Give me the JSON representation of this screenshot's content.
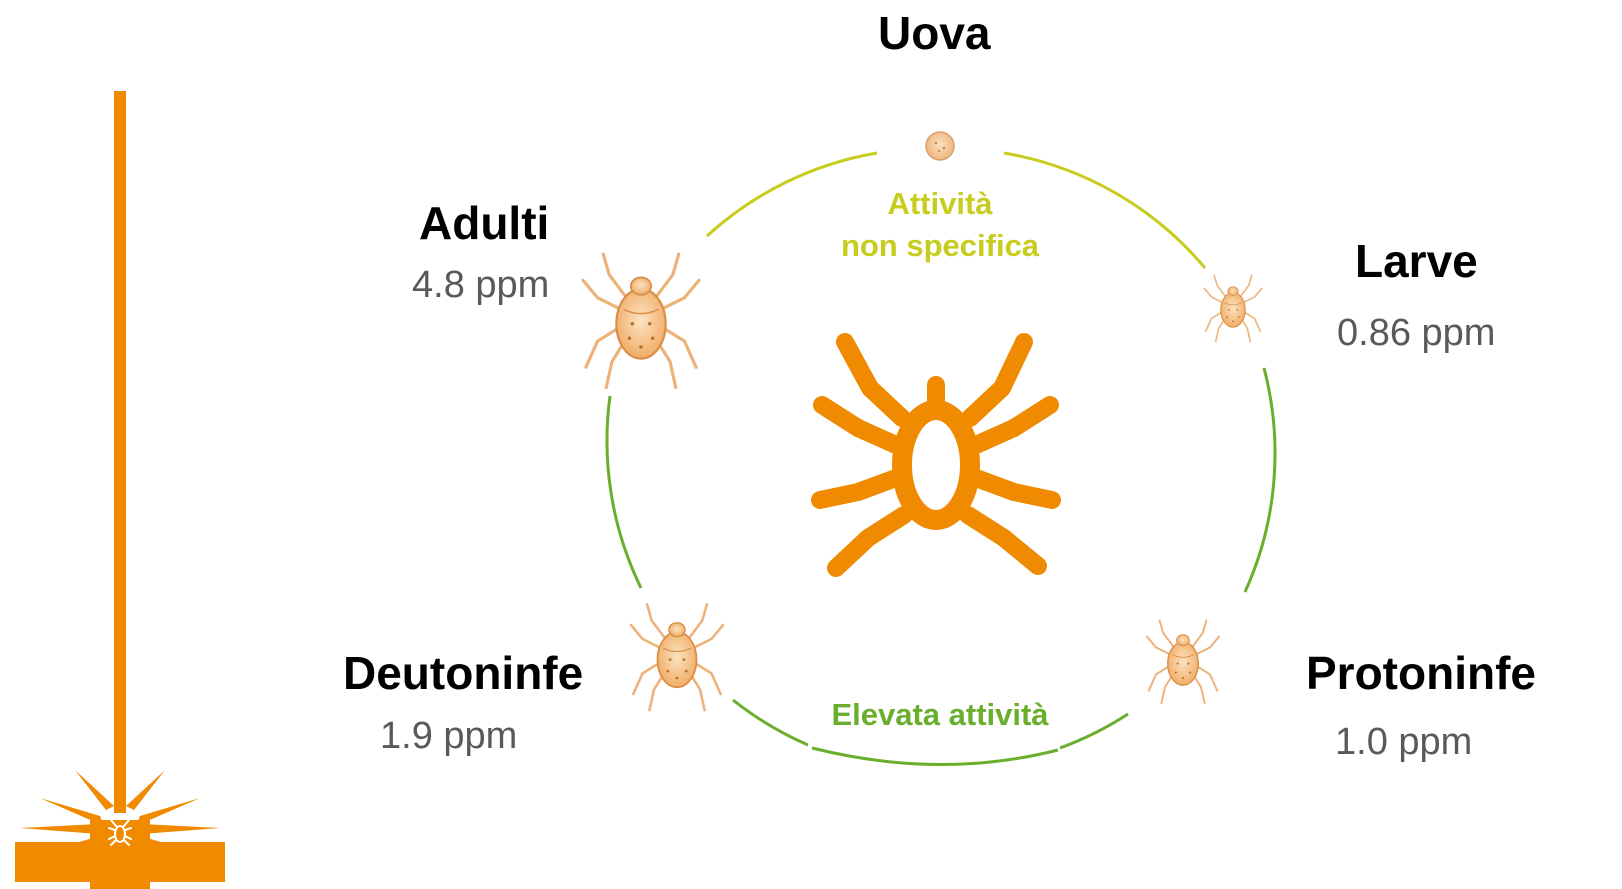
{
  "stages": {
    "uova": {
      "title": "Uova"
    },
    "larve": {
      "title": "Larve",
      "value": "0.86 ppm"
    },
    "protoninfe": {
      "title": "Protoninfe",
      "value": "1.0 ppm"
    },
    "deutoninfe": {
      "title": "Deutoninfe",
      "value": "1.9 ppm"
    },
    "adulti": {
      "title": "Adulti",
      "value": "4.8 ppm"
    }
  },
  "arc_labels": {
    "top_line1": "Attività",
    "top_line2": "non specifica",
    "bottom": "Elevata attività"
  },
  "colors": {
    "orange": "#F08A00",
    "yellow_green": "#C8CC1E",
    "green": "#6AAE2E",
    "grey_text": "#595959",
    "mite_fill": "#F6C58A"
  },
  "icons": {
    "center": "mite-icon",
    "corner": "mite-burst-icon"
  }
}
